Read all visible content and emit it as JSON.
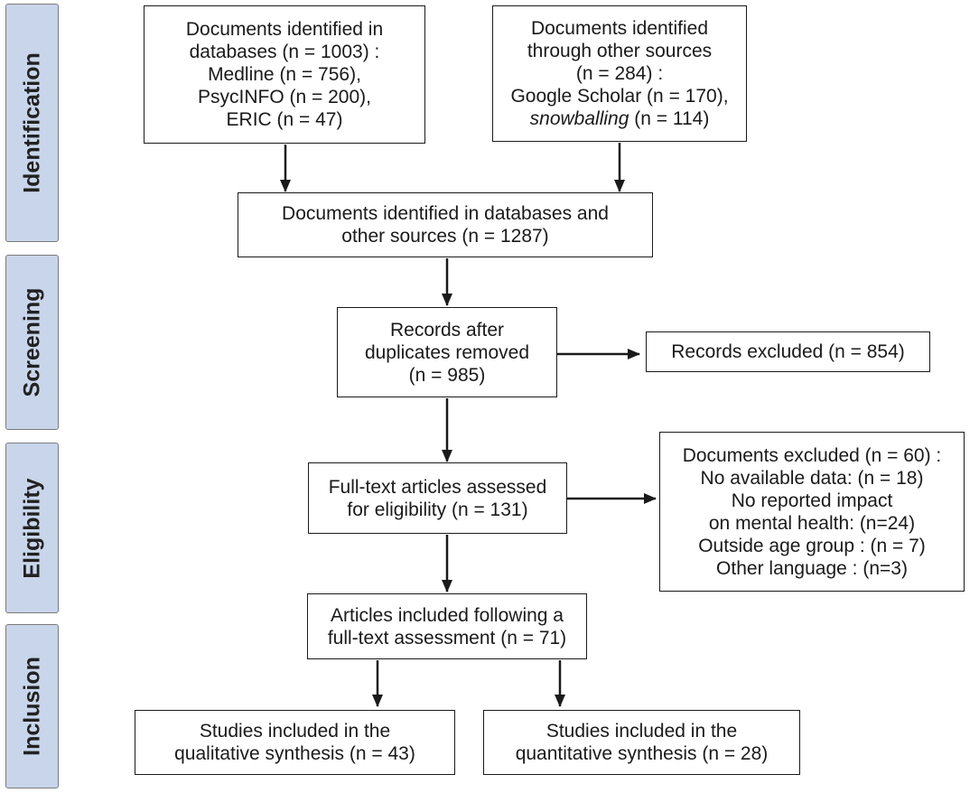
{
  "phases": {
    "identification": "Identification",
    "screening": "Screening",
    "eligibility": "Eligibility",
    "inclusion": "Inclusion"
  },
  "boxes": {
    "databases": {
      "lines": [
        "Documents identified in",
        "databases (n = 1003) :",
        "Medline (n = 756),",
        "PsycINFO (n = 200),",
        "ERIC (n = 47)"
      ]
    },
    "other_sources": {
      "lines": [
        "Documents identified",
        "through other sources",
        "(n = 284) :",
        "Google Scholar (n = 170),"
      ],
      "snowballing_em": "snowballing",
      "snowballing_rest": " (n = 114)"
    },
    "combined": {
      "lines": [
        "Documents identified in databases and",
        "other sources (n = 1287)"
      ]
    },
    "after_duplicates": {
      "lines": [
        "Records after",
        "duplicates removed",
        "(n = 985)"
      ]
    },
    "records_excluded": {
      "lines": [
        "Records excluded (n = 854)"
      ]
    },
    "fulltext_assessed": {
      "lines": [
        "Full-text articles assessed",
        "for eligibility (n = 131)"
      ]
    },
    "documents_excluded": {
      "lines": [
        "Documents excluded (n = 60) :",
        "No available data: (n = 18)",
        "No reported impact",
        "on mental health: (n=24)",
        "Outside age group : (n = 7)",
        "Other language : (n=3)"
      ]
    },
    "included_fulltext": {
      "lines": [
        "Articles included following a",
        "full-text assessment (n = 71)"
      ]
    },
    "qualitative": {
      "lines": [
        "Studies included in the",
        "qualitative synthesis (n = 43)"
      ]
    },
    "quantitative": {
      "lines": [
        "Studies included in the",
        "quantitative synthesis (n = 28)"
      ]
    }
  },
  "colors": {
    "phase_fill": "#c9d5ea",
    "phase_border": "#7b7b7b",
    "box_border": "#1a1a1a",
    "arrow": "#1a1a1a"
  }
}
